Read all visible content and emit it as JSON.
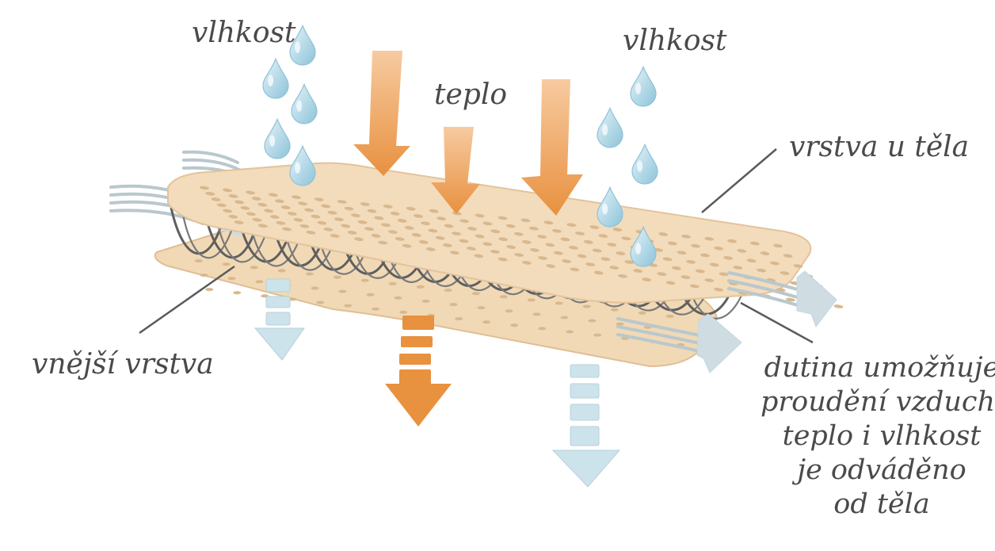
{
  "labels": {
    "moisture_left": "vlhkost",
    "moisture_right": "vlhkost",
    "heat": "teplo",
    "inner_layer": "vrstva u těla",
    "outer_layer": "vnější vrstva",
    "cavity_lines": [
      "dutina umožňuje",
      "proudění vzduchu,",
      "teplo i vlhkost",
      "je odváděno",
      "od těla"
    ]
  },
  "colors": {
    "layer_fill": "#f3dcbc",
    "layer_edge": "#e3c39a",
    "perforation": "#d9b88e",
    "heat_arrow": "#e9954a",
    "heat_arrow_light": "#f6c48c",
    "moisture_drop": "#a9d2e2",
    "air_arrow": "#c4d7de",
    "fiber": "#5f5f5f",
    "label_text": "#4a4a4a"
  },
  "icons": [
    "water-drop-icon",
    "heat-arrow-icon",
    "airflow-arrow-icon"
  ]
}
